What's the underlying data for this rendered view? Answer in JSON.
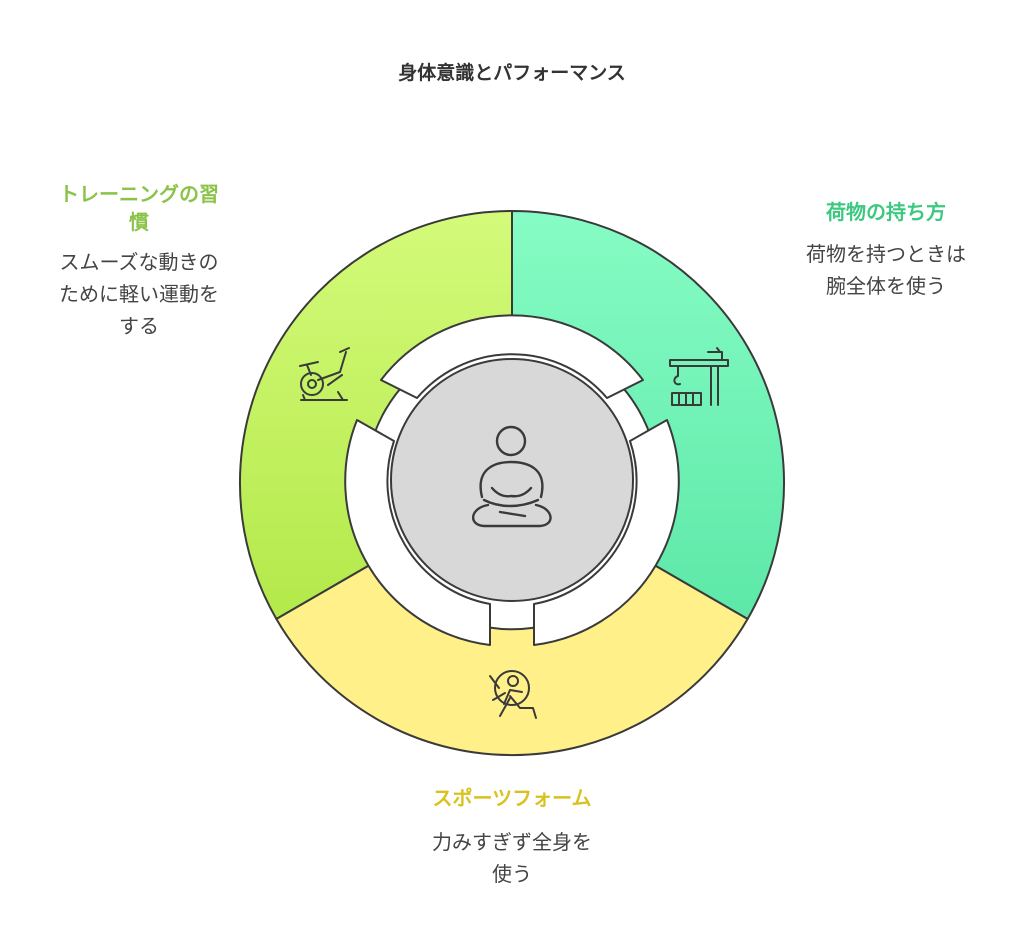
{
  "title": "身体意識とパフォーマンス",
  "colors": {
    "green": "#8bc34a",
    "teal": "#3cc880",
    "yellow": "#d9c21f",
    "ring_green_top": "#d4fa7a",
    "ring_green_bottom": "#b3e94a",
    "ring_teal_top": "#86fcc4",
    "ring_teal_bottom": "#5de8a8",
    "ring_yellow": "#fff08a",
    "center": "#d8d8d8",
    "stroke": "#3a3a3a"
  },
  "segments": {
    "training": {
      "title_line1": "トレーニングの習",
      "title_line2": "慣",
      "desc_line1": "スムーズな動きの",
      "desc_line2": "ために軽い運動を",
      "desc_line3": "する",
      "icon": "exercise-bike-icon"
    },
    "carrying": {
      "title": "荷物の持ち方",
      "desc_line1": "荷物を持つときは",
      "desc_line2": "腕全体を使う",
      "icon": "crane-icon"
    },
    "sports": {
      "title": "スポーツフォーム",
      "desc_line1": "力みすぎず全身を",
      "desc_line2": "使う",
      "icon": "athlete-icon"
    }
  },
  "center_icon": "meditation-person-icon"
}
